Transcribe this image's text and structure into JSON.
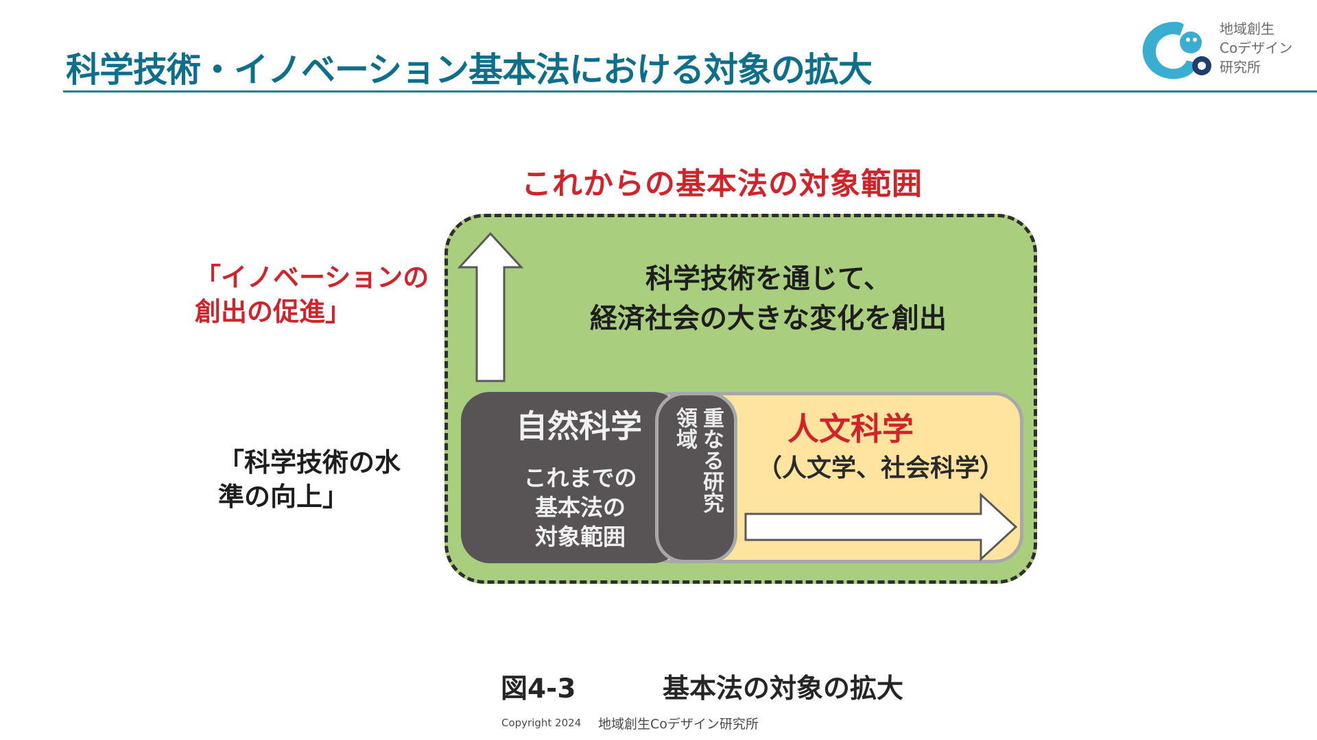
{
  "header": {
    "title": "科学技術・イノベーション基本法における対象の拡大",
    "logo_lines": [
      "地域創生",
      "Coデザイン",
      "研究所"
    ]
  },
  "diagram": {
    "scope_heading": "これからの基本法の対象範囲",
    "goal_lines": [
      "科学技術を通じて、",
      "経済社会の大きな変化を創出"
    ],
    "natural_science": {
      "title": "自然科学",
      "sub_lines": [
        "これまでの",
        "基本法の",
        "対象範囲"
      ]
    },
    "overlap_label": "重なる研究領域",
    "humanities": {
      "title": "人文科学",
      "subtitle": "（人文学、社会科学）"
    },
    "left_labels": {
      "innovation_lines": [
        "「イノベーションの",
        "創出の促進」"
      ],
      "science_lines": [
        "「科学技術の水",
        "準の向上」"
      ]
    },
    "colors": {
      "outer_fill": "#a9cf7e",
      "natural_fill": "#585455",
      "humanities_fill": "#ffe4a0",
      "accent_red": "#d0232a",
      "title_teal": "#0d6f8a"
    }
  },
  "caption": {
    "number": "図4-3",
    "text": "基本法の対象の拡大"
  },
  "footer": {
    "copyright": "Copyright 2024",
    "org": "地域創生Coデザイン研究所"
  }
}
